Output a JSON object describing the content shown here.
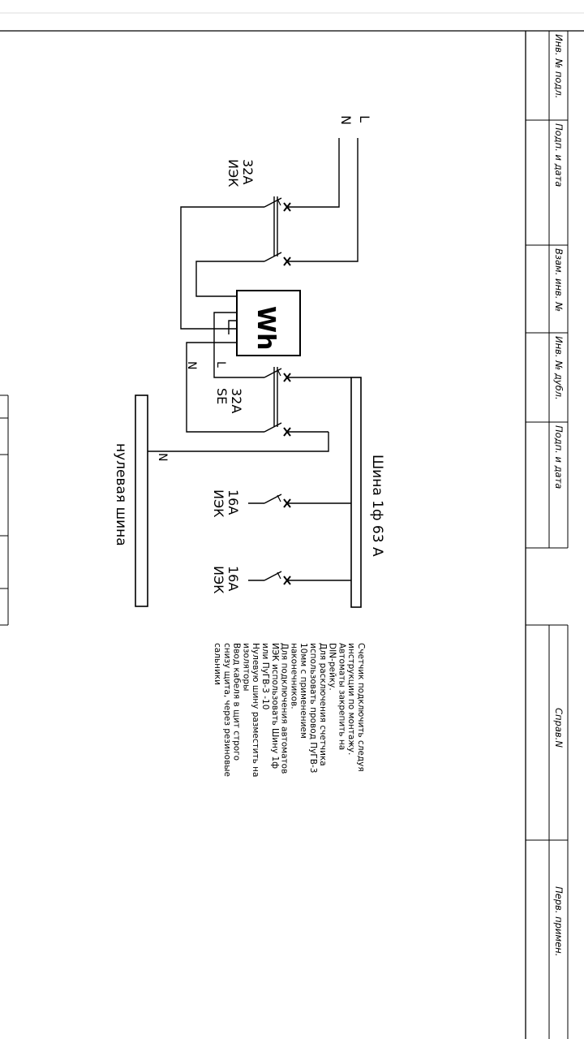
{
  "stamp": {
    "inv_podl": "Инв. № подл.",
    "podp_data_1": "Подп. и дата",
    "vzam_inv": "Взам. инв. №",
    "inv_dubl": "Инв. № дубл.",
    "podp_data_2": "Подп. и дата",
    "sprav": "Справ.N",
    "perv_primen": "Перв. примен."
  },
  "diagram": {
    "line_l": "L",
    "line_n": "N",
    "breaker_main_rating": "32А",
    "breaker_main_brand": "ИЭК",
    "meter_label": "Wh",
    "meter_out_l": "L",
    "meter_out_n": "N",
    "breaker_se_rating": "32А",
    "breaker_se_brand": "SE",
    "busbar_label": "Шина 1ф 63 А",
    "breaker_1_rating": "16А",
    "breaker_1_brand": "ИЭК",
    "breaker_2_rating": "16А",
    "breaker_2_brand": "ИЭК",
    "neutral_bus_n": "N",
    "neutral_bus_label": "нулевая шина"
  },
  "notes": [
    "Счетчик подключить следуя",
    "инструкции по монтажу.",
    "Автоматы закрепить на",
    "DIN-рейку.",
    "Для расключения счетчика",
    "использовать провод ПуГВ-3",
    "10мм с применением",
    "наконечников.",
    "Для подключения автоматов",
    "ИЭК использовать Шину 1ф",
    "или ПуГВ-3 -10",
    "Нулевую шину разместить на",
    "изоляторы",
    "Ввод кабеля в щит строго",
    "снизу щита, через резиновые",
    "сальники"
  ]
}
